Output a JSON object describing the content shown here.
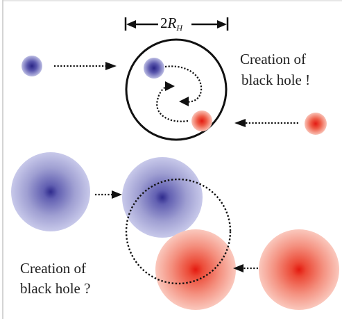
{
  "scale_label": {
    "coef": "2",
    "symbol": "R",
    "subscript": "H"
  },
  "top_caption": {
    "line1": "Creation of",
    "line2": "black hole !"
  },
  "bottom_caption": {
    "line1": "Creation of",
    "line2": "black hole ?"
  },
  "colors": {
    "blue_particle": "#2e2b8f",
    "red_particle": "#e82418",
    "line": "#111111",
    "frame": "#aaaaaa"
  }
}
